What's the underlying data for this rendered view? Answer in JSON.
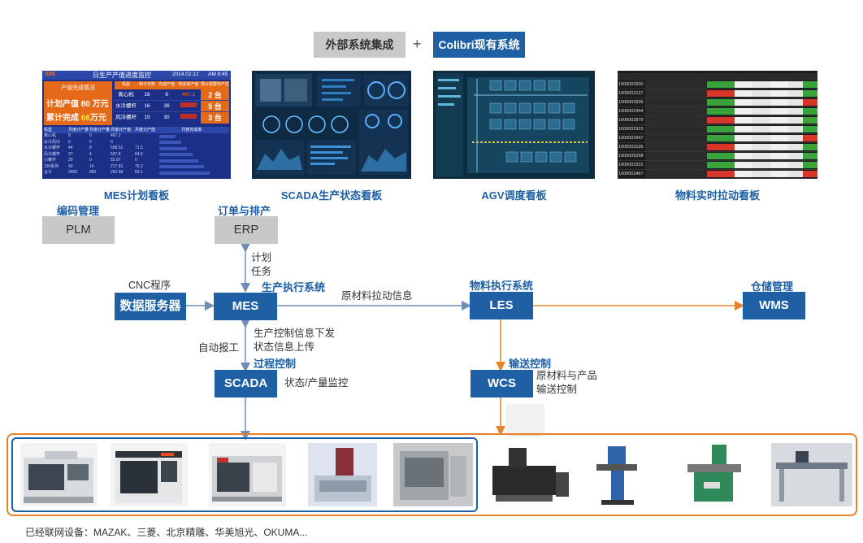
{
  "legend": {
    "external": "外部系统集成",
    "plus": "+",
    "colibri": "Colibri现有系统"
  },
  "dashboards": [
    {
      "caption": "MES计划看板",
      "brand": "IDM",
      "title": "日生产产值进度监控",
      "date": "2014.02.12",
      "time": "AM 8:45",
      "left_header": "产值完成情况",
      "plan_label": "计划产值 80 万元",
      "done_label": "累计完成",
      "done_value": "66",
      "done_unit": "万元",
      "table_headers": [
        "机型",
        "制令天数",
        "完成产值",
        "待完成产值",
        "预计需要日产达到数"
      ],
      "rows": [
        {
          "name": "离心机",
          "a": "16",
          "b": "8",
          "c": "467.2",
          "d": "2 台"
        },
        {
          "name": "水冷螺杆",
          "a": "16",
          "b": "36",
          "c": "",
          "d": "5 台"
        },
        {
          "name": "风冷螺杆",
          "a": "15",
          "b": "30",
          "c": "",
          "d": "3 台"
        }
      ],
      "bottom_headers": [
        "机型",
        "月度计产量",
        "月度计产量",
        "月度计产值",
        "月度计产值",
        "月度完成率"
      ],
      "bottom_rows": [
        [
          "离心机",
          "8",
          "0",
          "467.2"
        ],
        [
          "水冷风冷",
          "0",
          "0",
          "0"
        ],
        [
          "水冷螺杆",
          "44",
          "8",
          "558.51",
          "71.5"
        ],
        [
          "风冷螺杆",
          "27",
          "4",
          "597.8",
          "64.6"
        ],
        [
          "小螺杆",
          "20",
          "0",
          "55.97",
          "0"
        ],
        [
          "130系列",
          "40",
          "14",
          "217.81",
          "76.2"
        ],
        [
          "合计",
          "3400",
          "882",
          "262.68",
          "69.1"
        ]
      ]
    },
    {
      "caption": "SCADA生产状态看板"
    },
    {
      "caption": "AGV调度看板"
    },
    {
      "caption": "物料实时拉动看板",
      "ids": [
        "1000002500",
        "1000002127",
        "1000002606",
        "1000002444",
        "1000002879",
        "1000002923",
        "1000002947",
        "1000003195",
        "1000005268",
        "1000002331",
        "1000003467"
      ]
    }
  ],
  "systems": {
    "plm": {
      "label": "PLM",
      "title": "编码管理"
    },
    "erp": {
      "label": "ERP",
      "title": "订单与排产"
    },
    "mes": {
      "label": "MES",
      "title": "生产执行系统"
    },
    "data_server": {
      "label": "数据服务器",
      "note": "CNC程序"
    },
    "scada": {
      "label": "SCADA",
      "title": "过程控制",
      "note": "状态/产量监控"
    },
    "les": {
      "label": "LES",
      "title": "物料执行系统"
    },
    "wms": {
      "label": "WMS",
      "title": "仓储管理"
    },
    "wcs": {
      "label": "WCS",
      "title": "输送控制",
      "note_line1": "原材料与产品",
      "note_line2": "输送控制"
    }
  },
  "links": {
    "erp_mes_line1": "计划",
    "erp_mes_line2": "任务",
    "mes_les": "原材料拉动信息",
    "mes_scada_line1": "生产控制信息下发",
    "mes_scada_line2": "状态信息上传",
    "auto_report": "自动报工"
  },
  "colors": {
    "blue": "#1f5fa3",
    "orange": "#e8832a",
    "grey": "#c8c8c8",
    "arrow_blue": "#6f8fb8"
  },
  "footer": "已经联网设备：MAZAK、三菱、北京精雕、华美旭光、OKUMA..."
}
